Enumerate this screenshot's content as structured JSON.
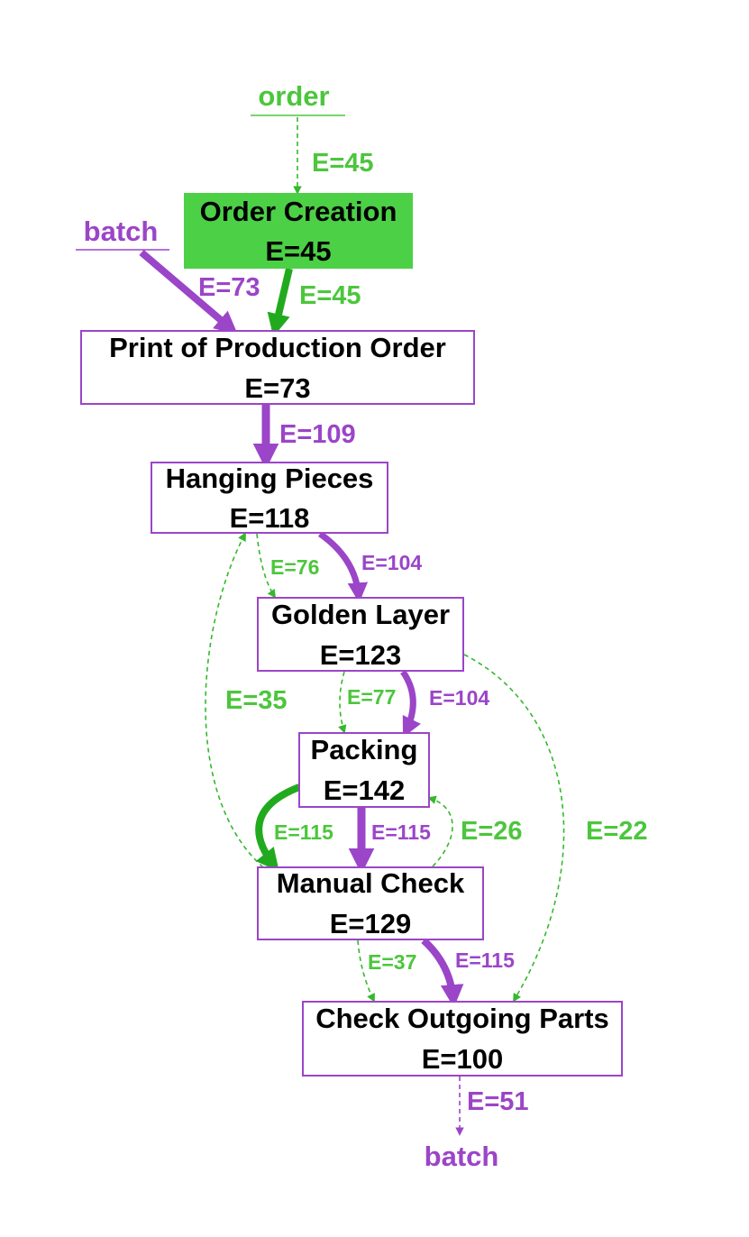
{
  "colors": {
    "order": "#4cc63c",
    "batch": "#9b45c8",
    "order_fill": "#4cd046",
    "border": "#9b45c8"
  },
  "objects": {
    "order": "order",
    "batch_in": "batch",
    "batch_out": "batch"
  },
  "nodes": {
    "order_creation": {
      "name": "Order Creation",
      "freq": "E=45"
    },
    "print": {
      "name": "Print of Production Order",
      "freq": "E=73"
    },
    "hanging": {
      "name": "Hanging Pieces",
      "freq": "E=118"
    },
    "golden": {
      "name": "Golden Layer",
      "freq": "E=123"
    },
    "packing": {
      "name": "Packing",
      "freq": "E=142"
    },
    "manual": {
      "name": "Manual Check",
      "freq": "E=129"
    },
    "check_out": {
      "name": "Check Outgoing Parts",
      "freq": "E=100"
    }
  },
  "edges": {
    "order_to_creation": "E=45",
    "creation_to_print": "E=45",
    "batch_to_print": "E=73",
    "print_to_hanging": "E=109",
    "hanging_to_golden_order": "E=76",
    "hanging_to_golden_batch": "E=104",
    "manual_to_hanging": "E=35",
    "golden_to_packing_order": "E=77",
    "golden_to_packing_batch": "E=104",
    "golden_to_checkout": "E=22",
    "packing_to_manual_order": "E=115",
    "packing_to_manual_batch": "E=115",
    "manual_to_packing": "E=26",
    "manual_to_checkout_order": "E=37",
    "manual_to_checkout_batch": "E=115",
    "checkout_to_batch": "E=51"
  }
}
